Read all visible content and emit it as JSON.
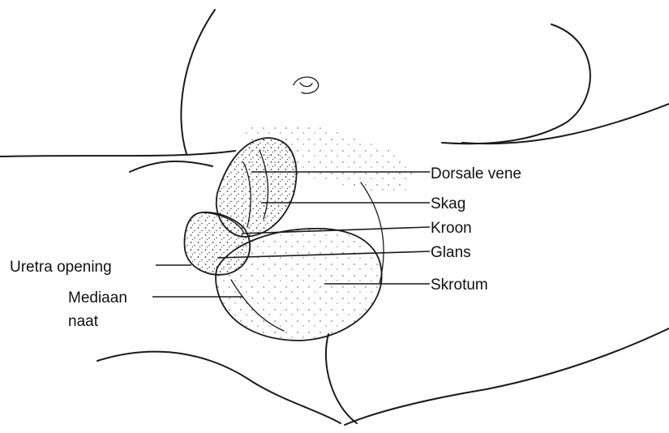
{
  "labels": {
    "dorsale_vene": "Dorsale vene",
    "skag": "Skag",
    "kroon": "Kroon",
    "glans": "Glans",
    "uretra_opening": "Uretra opening",
    "mediaan": "Mediaan",
    "naat": "naat",
    "skrotum": "Skrotum"
  },
  "colors": {
    "line": "#1a1a1a",
    "stipple": "#333333",
    "background": "#ffffff"
  }
}
